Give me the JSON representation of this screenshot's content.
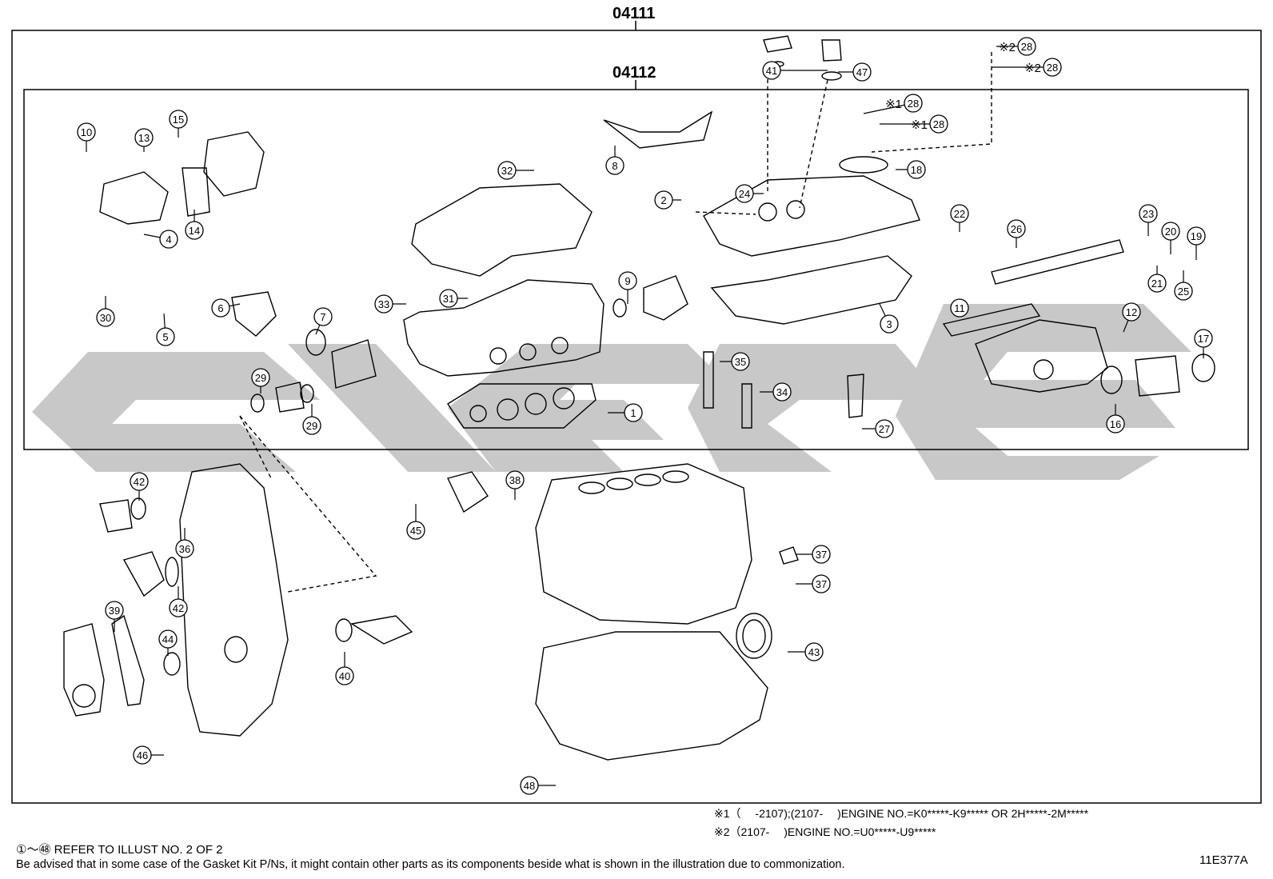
{
  "kits": {
    "outer_code": "04111",
    "inner_code": "04112"
  },
  "callouts": [
    "1",
    "2",
    "3",
    "4",
    "5",
    "6",
    "7",
    "8",
    "9",
    "10",
    "11",
    "12",
    "13",
    "14",
    "15",
    "16",
    "17",
    "18",
    "19",
    "20",
    "21",
    "22",
    "23",
    "24",
    "25",
    "26",
    "27",
    "28",
    "28",
    "28",
    "28",
    "29",
    "29",
    "30",
    "31",
    "32",
    "33",
    "34",
    "35",
    "36",
    "37",
    "37",
    "38",
    "39",
    "40",
    "41",
    "42",
    "42",
    "43",
    "44",
    "45",
    "46",
    "47",
    "48"
  ],
  "marks": {
    "note1": "※1",
    "note2": "※2"
  },
  "footnotes": {
    "note1": "※1（　 -2107);(2107-　 )ENGINE NO.=K0*****-K9***** OR 2H*****-2M*****",
    "note2": "※2（2107-　 )ENGINE NO.=U0*****-U9*****"
  },
  "footer": {
    "refer": "①～㊽ REFER TO ILLUST NO. 2 OF 2",
    "advice": "Be advised that in some case of the Gasket Kit P/Ns,  it might contain other parts as its components beside what is shown in the illustration due to commonization.",
    "figure_id": "11E377A"
  },
  "watermark": {
    "color": "#c8c8c8"
  }
}
